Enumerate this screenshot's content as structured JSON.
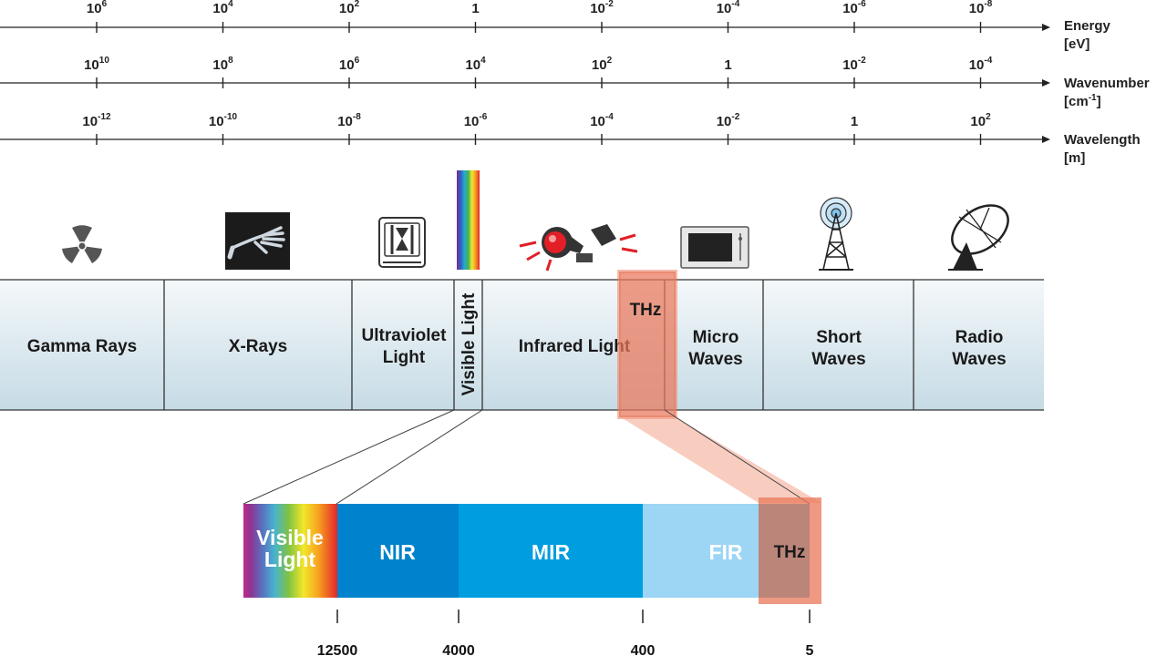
{
  "axes": [
    {
      "label_line1": "Energy",
      "label_line2": "[eV]",
      "superscript": "",
      "ticks": [
        {
          "base": "10",
          "exp": "6"
        },
        {
          "base": "10",
          "exp": "4"
        },
        {
          "base": "10",
          "exp": "2"
        },
        {
          "base": "1",
          "exp": ""
        },
        {
          "base": "10",
          "exp": "-2"
        },
        {
          "base": "10",
          "exp": "-4"
        },
        {
          "base": "10",
          "exp": "-6"
        },
        {
          "base": "10",
          "exp": "-8"
        }
      ]
    },
    {
      "label_line1": "Wavenumber",
      "label_line2": "[cm",
      "superscript": "-1",
      "label_line2_end": "]",
      "ticks": [
        {
          "base": "10",
          "exp": "10"
        },
        {
          "base": "10",
          "exp": "8"
        },
        {
          "base": "10",
          "exp": "6"
        },
        {
          "base": "10",
          "exp": "4"
        },
        {
          "base": "10",
          "exp": "2"
        },
        {
          "base": "1",
          "exp": ""
        },
        {
          "base": "10",
          "exp": "-2"
        },
        {
          "base": "10",
          "exp": "-4"
        }
      ]
    },
    {
      "label_line1": "Wavelength",
      "label_line2": "[m]",
      "superscript": "",
      "ticks": [
        {
          "base": "10",
          "exp": "-12"
        },
        {
          "base": "10",
          "exp": "-10"
        },
        {
          "base": "10",
          "exp": "-8"
        },
        {
          "base": "10",
          "exp": "-6"
        },
        {
          "base": "10",
          "exp": "-4"
        },
        {
          "base": "10",
          "exp": "-2"
        },
        {
          "base": "1",
          "exp": ""
        },
        {
          "base": "10",
          "exp": "2"
        }
      ]
    }
  ],
  "bands": [
    {
      "line1": "Gamma Rays",
      "line2": "",
      "icon": "radiation-icon"
    },
    {
      "line1": "X-Rays",
      "line2": "",
      "icon": "xray-hand-icon"
    },
    {
      "line1": "Ultraviolet",
      "line2": "Light",
      "icon": "uv-lamp-icon"
    },
    {
      "line1": "Visible Light",
      "line2": "",
      "icon": "rainbow-strip-icon"
    },
    {
      "line1": "Infrared Light",
      "line2": "",
      "icon": "heat-lamp-icon"
    },
    {
      "line1": "Micro",
      "line2": "Waves",
      "icon": "microwave-oven-icon"
    },
    {
      "line1": "Short",
      "line2": "Waves",
      "icon": "radio-tower-icon"
    },
    {
      "line1": "Radio",
      "line2": "Waves",
      "icon": "satellite-dish-icon"
    }
  ],
  "thz_label": "THz",
  "sub_bands": [
    {
      "line1": "Visible",
      "line2": "Light",
      "color": "gradient"
    },
    {
      "line1": "NIR",
      "line2": "",
      "color": "#0083cc"
    },
    {
      "line1": "MIR",
      "line2": "",
      "color": "#009de0"
    },
    {
      "line1": "FIR",
      "line2": "",
      "color": "#9dd5f5"
    },
    {
      "line1": "THz",
      "line2": "",
      "color": "#c9816f"
    }
  ],
  "bottom_ticks": [
    "12500",
    "4000",
    "400",
    "5"
  ],
  "colors": {
    "band_top": "#f2f7fa",
    "band_bottom": "#c9dde6",
    "thz_overlay": "#e9775a",
    "axis": "#222222"
  }
}
